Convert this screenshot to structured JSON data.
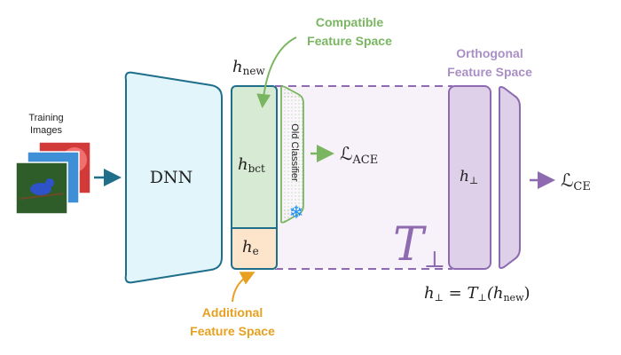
{
  "training_images_label": [
    "Training",
    "Images"
  ],
  "dnn_label": "DNN",
  "h_new": {
    "base": "h",
    "sub": "new"
  },
  "h_bct": {
    "base": "h",
    "sub": "bct"
  },
  "h_e": {
    "base": "h",
    "sub": "e"
  },
  "old_classifier_label": "Old Classifier",
  "loss_ace": {
    "base": "ℒ",
    "sub": "ACE"
  },
  "loss_ce": {
    "base": "ℒ",
    "sub": "CE"
  },
  "h_perp": {
    "base": "h",
    "sub": "⊥"
  },
  "t_perp": {
    "base": "T",
    "sub": "⊥"
  },
  "equation": {
    "lhs": "h",
    "lhs_sub": "⊥",
    "eq": " = T",
    "t_sub": "⊥",
    "arg": "(h",
    "arg_sub": "new",
    "close": ")"
  },
  "compatible_space_label": [
    "Compatible",
    "Feature Space"
  ],
  "orthogonal_space_label": [
    "Orthogonal",
    "Feature Space"
  ],
  "additional_space_label": [
    "Additional",
    "Feature Space"
  ],
  "snowflake_icon": "❄",
  "colors": {
    "dnn_fill": "#e2f5fb",
    "dnn_stroke": "#1f6f8b",
    "bct_fill": "#d7ead3",
    "he_fill": "#fde5cc",
    "green": "#7ab662",
    "purple": "#8e6bb0",
    "purple_fill": "#ddd0e8",
    "purple_bg": "#f7f2fa",
    "orange": "#e8a020",
    "arrow_blue": "#1f6f8b",
    "snowflake": "#1e90ff"
  }
}
